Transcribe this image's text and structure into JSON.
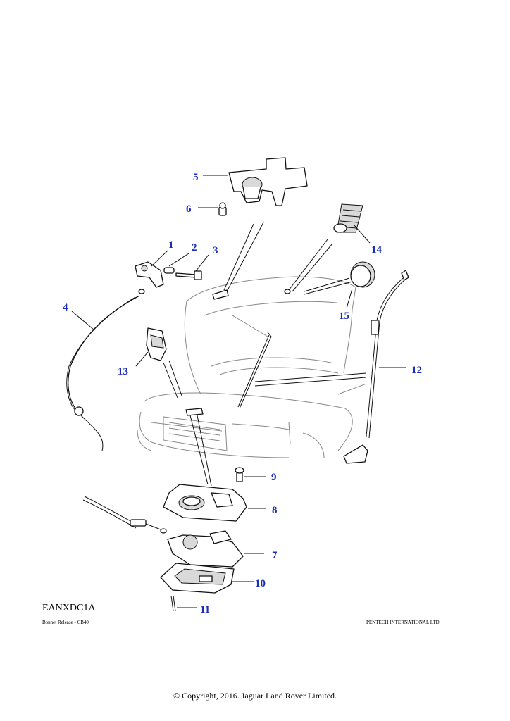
{
  "diagram": {
    "reference_code": "EANXDC1A",
    "caption_left": "Bonnet Release - CB40",
    "caption_right": "PENTECH INTERNATIONAL LTD",
    "copyright": "© Copyright, 2016. Jaguar Land Rover Limited.",
    "callouts": [
      "1",
      "2",
      "3",
      "4",
      "5",
      "6",
      "7",
      "8",
      "9",
      "10",
      "11",
      "12",
      "13",
      "14",
      "15"
    ],
    "callout_color": "#1a2fb8"
  }
}
